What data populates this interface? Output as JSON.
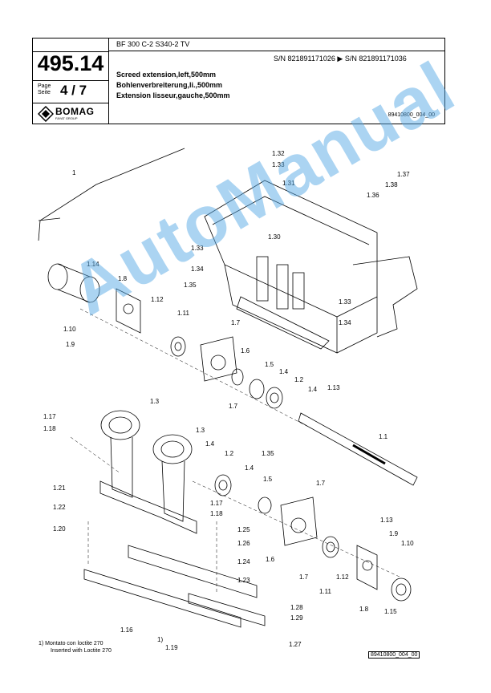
{
  "header": {
    "doc_number": "495.14",
    "page_label_line1": "Page",
    "page_label_line2": "Seite",
    "page_number": "4 / 7",
    "model": "BF 300 C-2 S340-2 TV",
    "serial_range": "S/N 821891171026  ▶  S/N 821891171036",
    "title_en": "Screed extension,left,500mm",
    "title_de": "Bohlenverbreiterung,li.,500mm",
    "title_fr": "Extension lisseur,gauche,500mm",
    "drawing_ref": "89410800_004_00",
    "logo_text": "BOMAG",
    "logo_sub": "FAYAT GROUP"
  },
  "watermark": "AutoManual",
  "parts": [
    "1",
    "1.1",
    "1.2",
    "1.3",
    "1.4",
    "1.5",
    "1.6",
    "1.7",
    "1.8",
    "1.9",
    "1.10",
    "1.11",
    "1.12",
    "1.13",
    "1.14",
    "1.15",
    "1.16",
    "1.17",
    "1.18",
    "1.19",
    "1.20",
    "1.21",
    "1.22",
    "1.23",
    "1.24",
    "1.25",
    "1.26",
    "1.27",
    "1.28",
    "1.29",
    "1.30",
    "1.31",
    "1.32",
    "1.33",
    "1.34",
    "1.35",
    "1.36",
    "1.37",
    "1.38"
  ],
  "footnote": {
    "line1": "1)  Montato con loctite 270",
    "line2": "Inserted with Loctite 270"
  },
  "footer_ref": "89410800_004_00"
}
